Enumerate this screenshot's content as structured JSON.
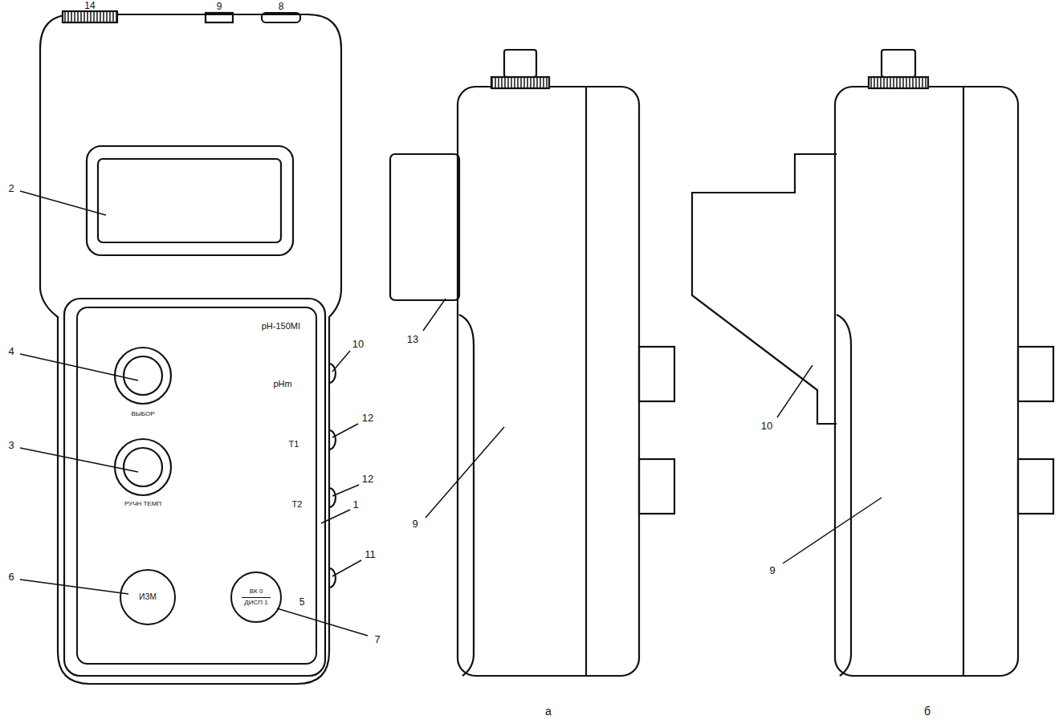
{
  "diagram": {
    "nodes": [
      {
        "text": [
          "pH-150MI"
        ]
      },
      {
        "text": [
          "ИЗМ"
        ],
        "in": 0
      },
      {
        "text": [
          "ВК 0",
          "ДИСП 1"
        ],
        "in": 0
      }
    ],
    "labels": [
      "14",
      "9",
      "8",
      "2",
      "4",
      "ВЫБОР",
      "3",
      "РУЧН ТЕМП",
      "6",
      "5",
      "7",
      "10",
      "pHm",
      "12",
      "T1",
      "12",
      "T2",
      "1",
      "11",
      "13",
      "9",
      "а",
      "10",
      "9",
      "б"
    ]
  }
}
